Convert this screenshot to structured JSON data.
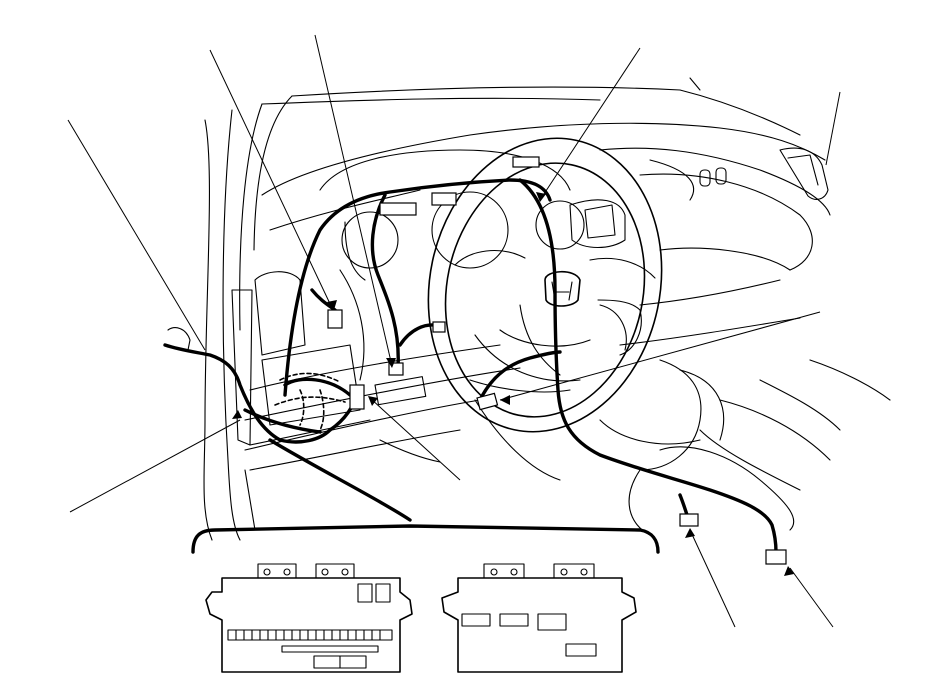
{
  "figure": {
    "labels": [],
    "colors": {
      "line": "#000000",
      "background": "#ffffff"
    },
    "callout_count": 10,
    "components": [
      "dashboard-outline",
      "steering-wheel",
      "a-pillar",
      "instrument-panel-wire-harness",
      "under-dash-fuse-relay-box",
      "console-connectors",
      "fuse-box-views"
    ]
  }
}
